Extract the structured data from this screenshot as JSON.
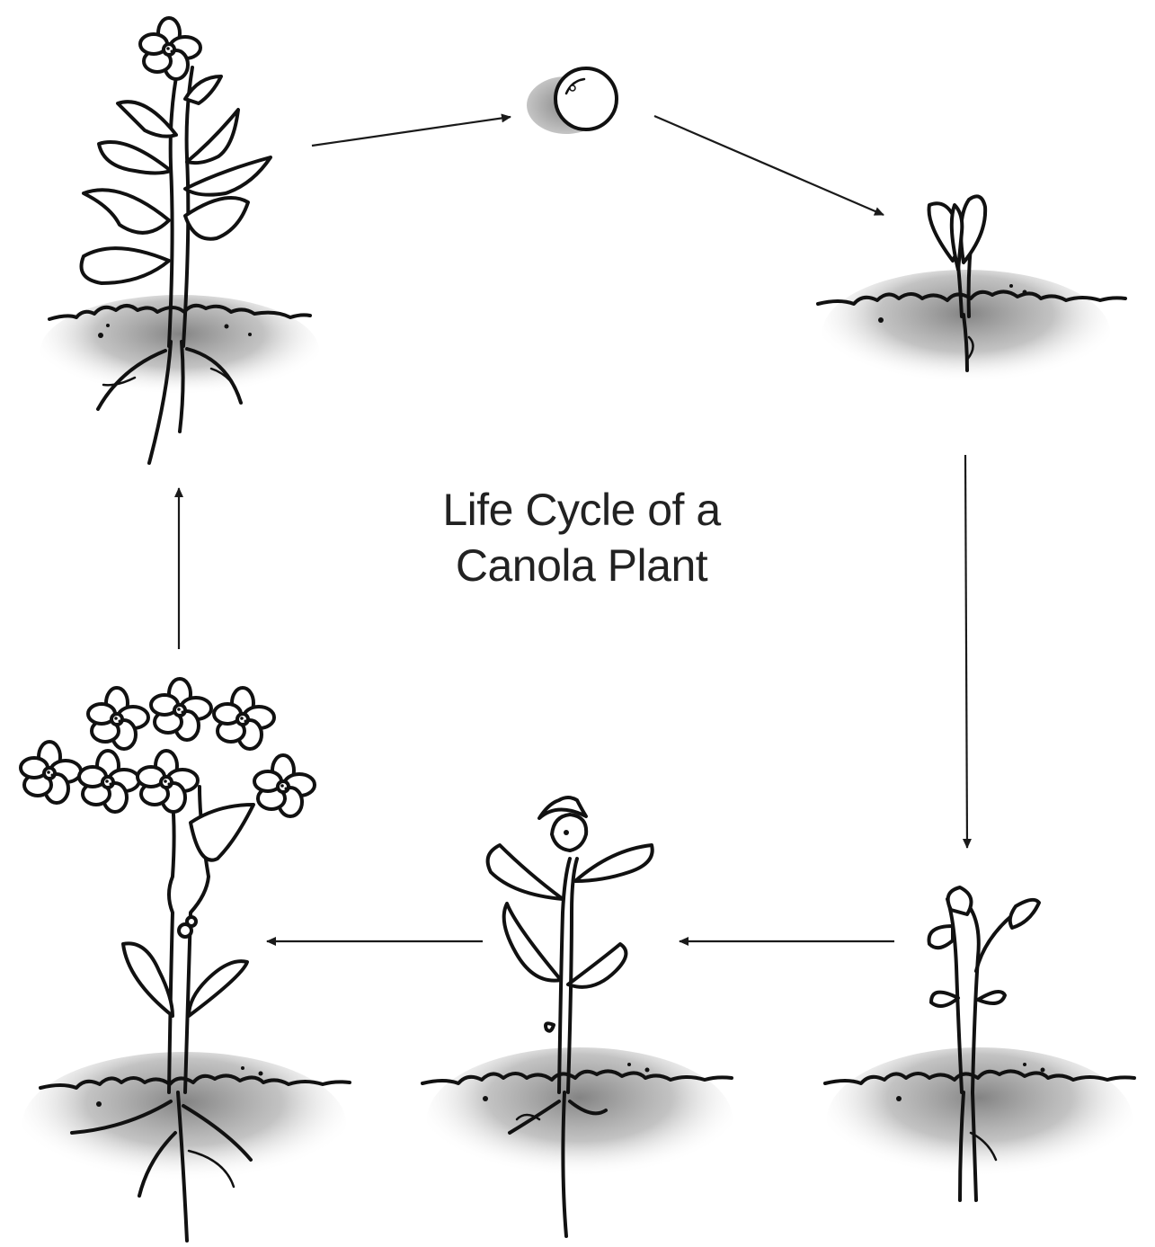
{
  "diagram": {
    "title_line1": "Life Cycle of a",
    "title_line2": "Canola Plant",
    "stages": [
      "seed",
      "sprout",
      "seedling",
      "young-plant",
      "flowering-plant",
      "mature-plant"
    ],
    "colors": {
      "ink": "#111111",
      "soil_shadow": "#9a9a9a",
      "text": "#222222"
    }
  }
}
